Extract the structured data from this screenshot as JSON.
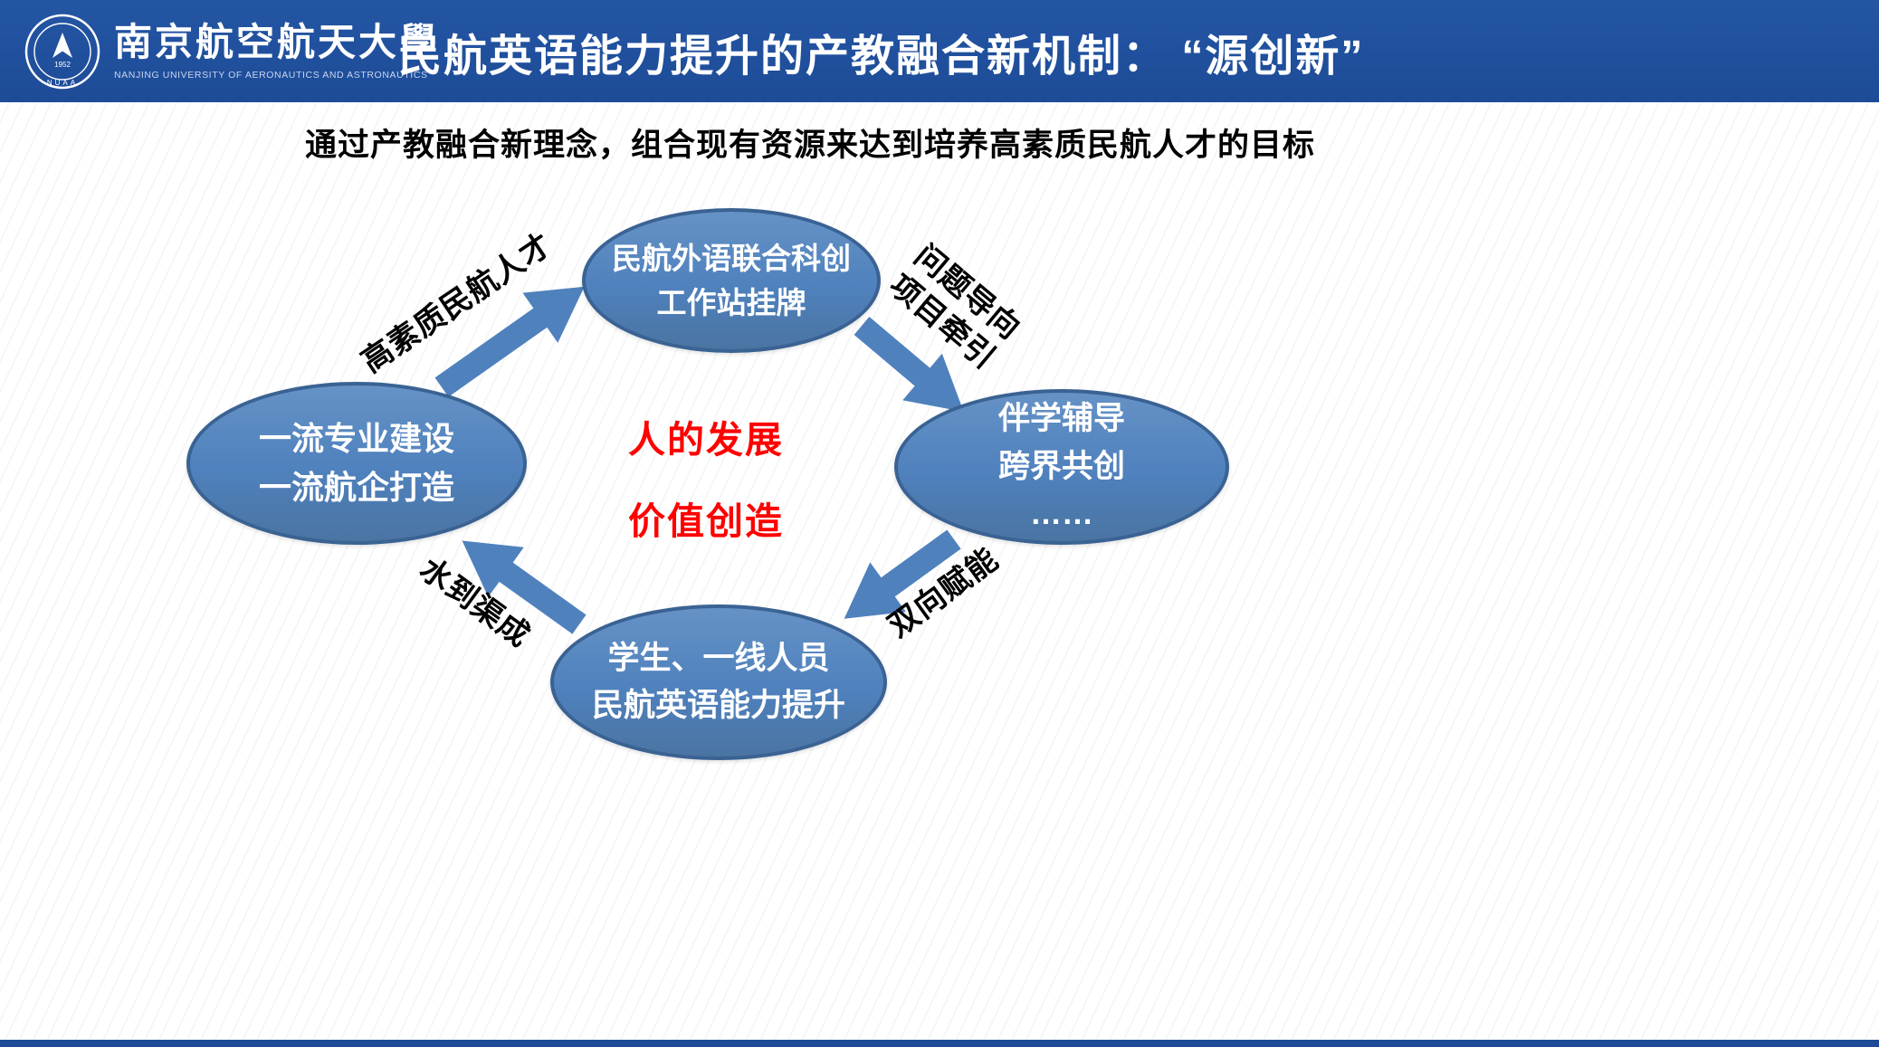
{
  "header": {
    "university_name_cn": "南京航空航天大學",
    "university_name_en": "NANJING UNIVERSITY OF AERONAUTICS AND ASTRONAUTICS",
    "emblem_year": "1952",
    "emblem_acronym": "NUAA",
    "title": "民航英语能力提升的产教融合新机制： “源创新”"
  },
  "subtitle": "通过产教融合新理念，组合现有资源来达到培养高素质民航人才的目标",
  "diagram": {
    "nodes": {
      "top": {
        "lines": [
          "民航外语联合科创",
          "工作站挂牌"
        ]
      },
      "right": {
        "lines": [
          "伴学辅导",
          "跨界共创",
          "……"
        ]
      },
      "bottom": {
        "lines": [
          "学生、一线人员",
          "民航英语能力提升"
        ]
      },
      "left": {
        "lines": [
          "一流专业建设",
          "一流航企打造"
        ]
      }
    },
    "center": {
      "lines": [
        "人的发展",
        "价值创造"
      ]
    },
    "arrow_labels": {
      "to_top": "高素质民航人才",
      "to_right": [
        "问题导向",
        "项目牵引"
      ],
      "to_bottom": "双向赋能",
      "to_left": "水到渠成"
    },
    "colors": {
      "node_fill": "#4f81bd",
      "node_border": "#3a6293",
      "arrow": "#4f81bd",
      "center_text": "#ff0000",
      "header_bg": "#1d4b97"
    }
  }
}
